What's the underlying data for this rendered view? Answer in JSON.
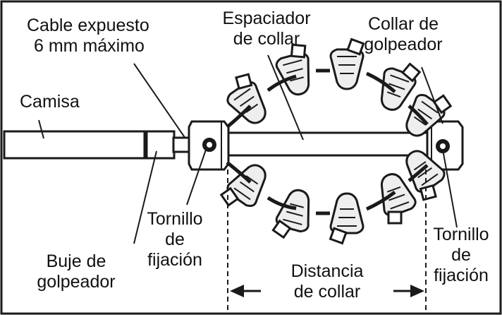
{
  "colors": {
    "ink": "#1a1a1a",
    "paper": "#ffffff",
    "light_fill": "#eeeeee",
    "mid_fill": "#dddddd"
  },
  "labels": {
    "exposed_cable": [
      "Cable expuesto",
      "6 mm máximo"
    ],
    "jacket": "Camisa",
    "collar_spacer": [
      "Espaciador",
      "de collar"
    ],
    "flail_collar": [
      "Collar de",
      "golpeador"
    ],
    "set_screw_left": [
      "Tornillo",
      "de",
      "fijación"
    ],
    "set_screw_right": [
      "Tornillo",
      "de",
      "fijación"
    ],
    "flail_bushing": [
      "Buje de",
      "golpeador"
    ],
    "collar_distance": [
      "Distancia",
      "de collar"
    ]
  }
}
